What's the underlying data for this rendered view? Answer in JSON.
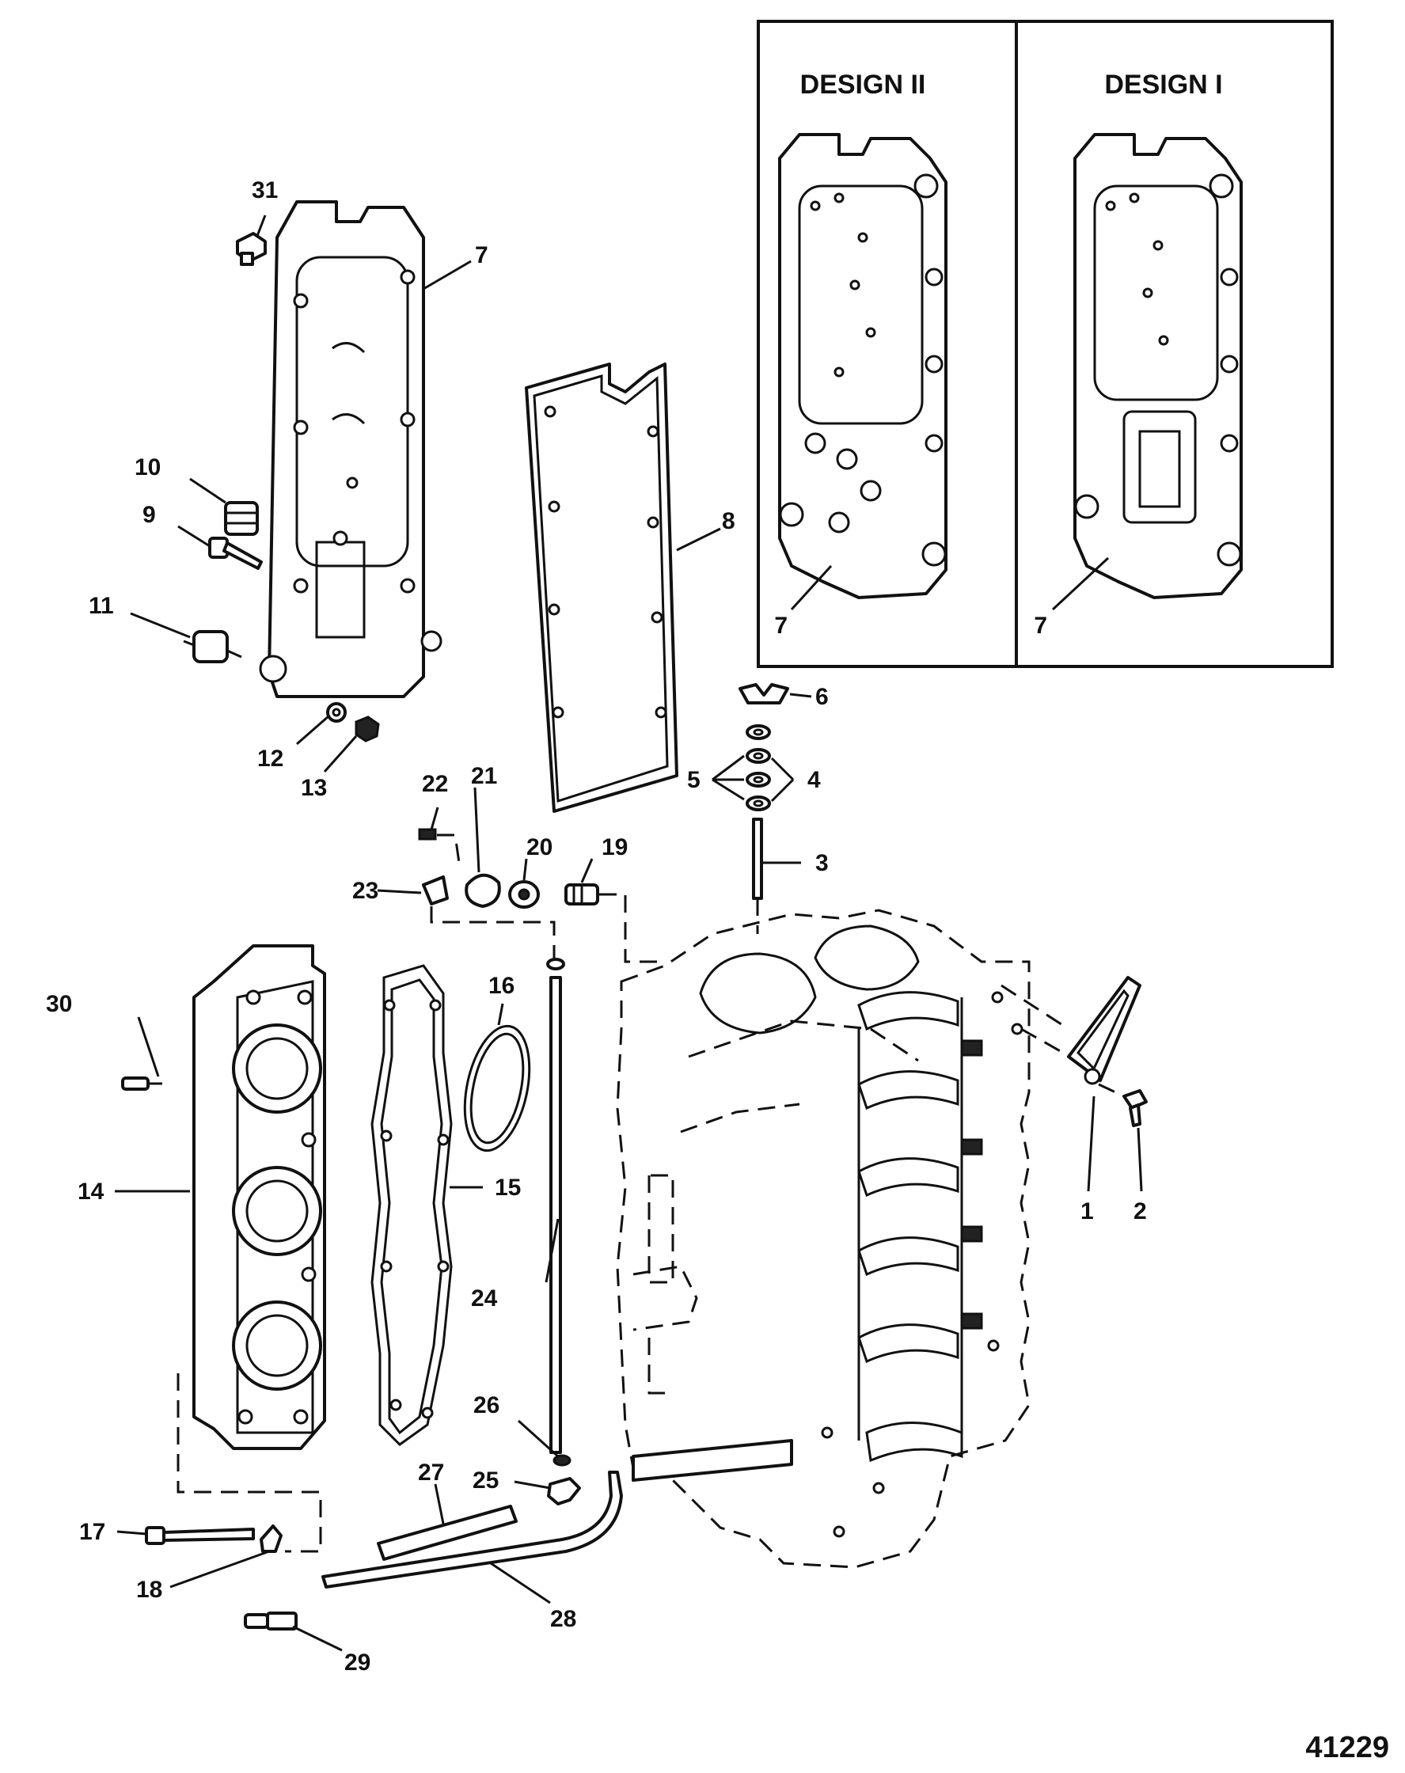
{
  "inset": {
    "panels": [
      {
        "title": "DESIGN II",
        "part_callout": "7"
      },
      {
        "title": "DESIGN I",
        "part_callout": "7"
      }
    ]
  },
  "callouts": [
    "1",
    "2",
    "3",
    "4",
    "5",
    "6",
    "7",
    "8",
    "9",
    "10",
    "11",
    "12",
    "13",
    "14",
    "15",
    "16",
    "17",
    "18",
    "19",
    "20",
    "21",
    "22",
    "23",
    "24",
    "25",
    "26",
    "27",
    "28",
    "29",
    "30",
    "31"
  ],
  "figure_id": "41229"
}
